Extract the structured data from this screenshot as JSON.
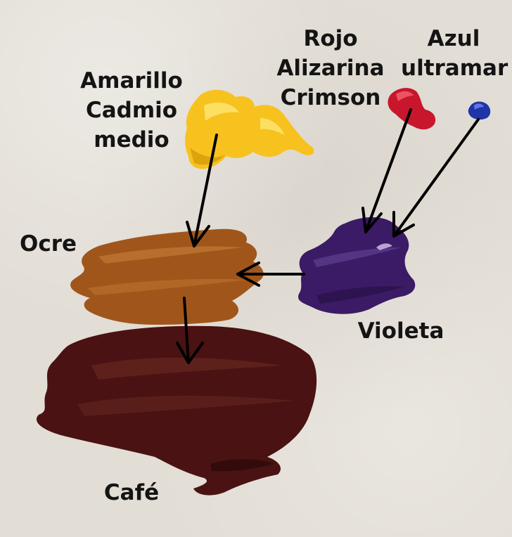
{
  "paints": {
    "amarillo": {
      "label_lines": [
        "Amarillo",
        "Cadmio",
        "medio"
      ],
      "color": "#f7c21e",
      "highlight": "#fde36a",
      "shadow": "#d19607"
    },
    "rojo": {
      "label_lines": [
        "Rojo",
        "Alizarina",
        "Crimson"
      ],
      "color": "#c8162c",
      "highlight": "#ef5a66",
      "shadow": "#8e0f1f"
    },
    "azul": {
      "label_lines": [
        "Azul",
        "ultramar"
      ],
      "color": "#1f34a8",
      "highlight": "#6a7fe2",
      "shadow": "#0f1c66"
    },
    "ocre": {
      "label_lines": [
        "Ocre"
      ],
      "color": "#a0561b",
      "highlight": "#c07a34",
      "shadow": "#7a3e10"
    },
    "violeta": {
      "label_lines": [
        "Violeta"
      ],
      "color": "#3b1a66",
      "highlight": "#6a4c9c",
      "shadow": "#24103f"
    },
    "cafe": {
      "label_lines": [
        "Café"
      ],
      "color": "#4a1212",
      "highlight": "#6a2a22",
      "shadow": "#2a0808"
    }
  },
  "arrow_color": "#000000"
}
